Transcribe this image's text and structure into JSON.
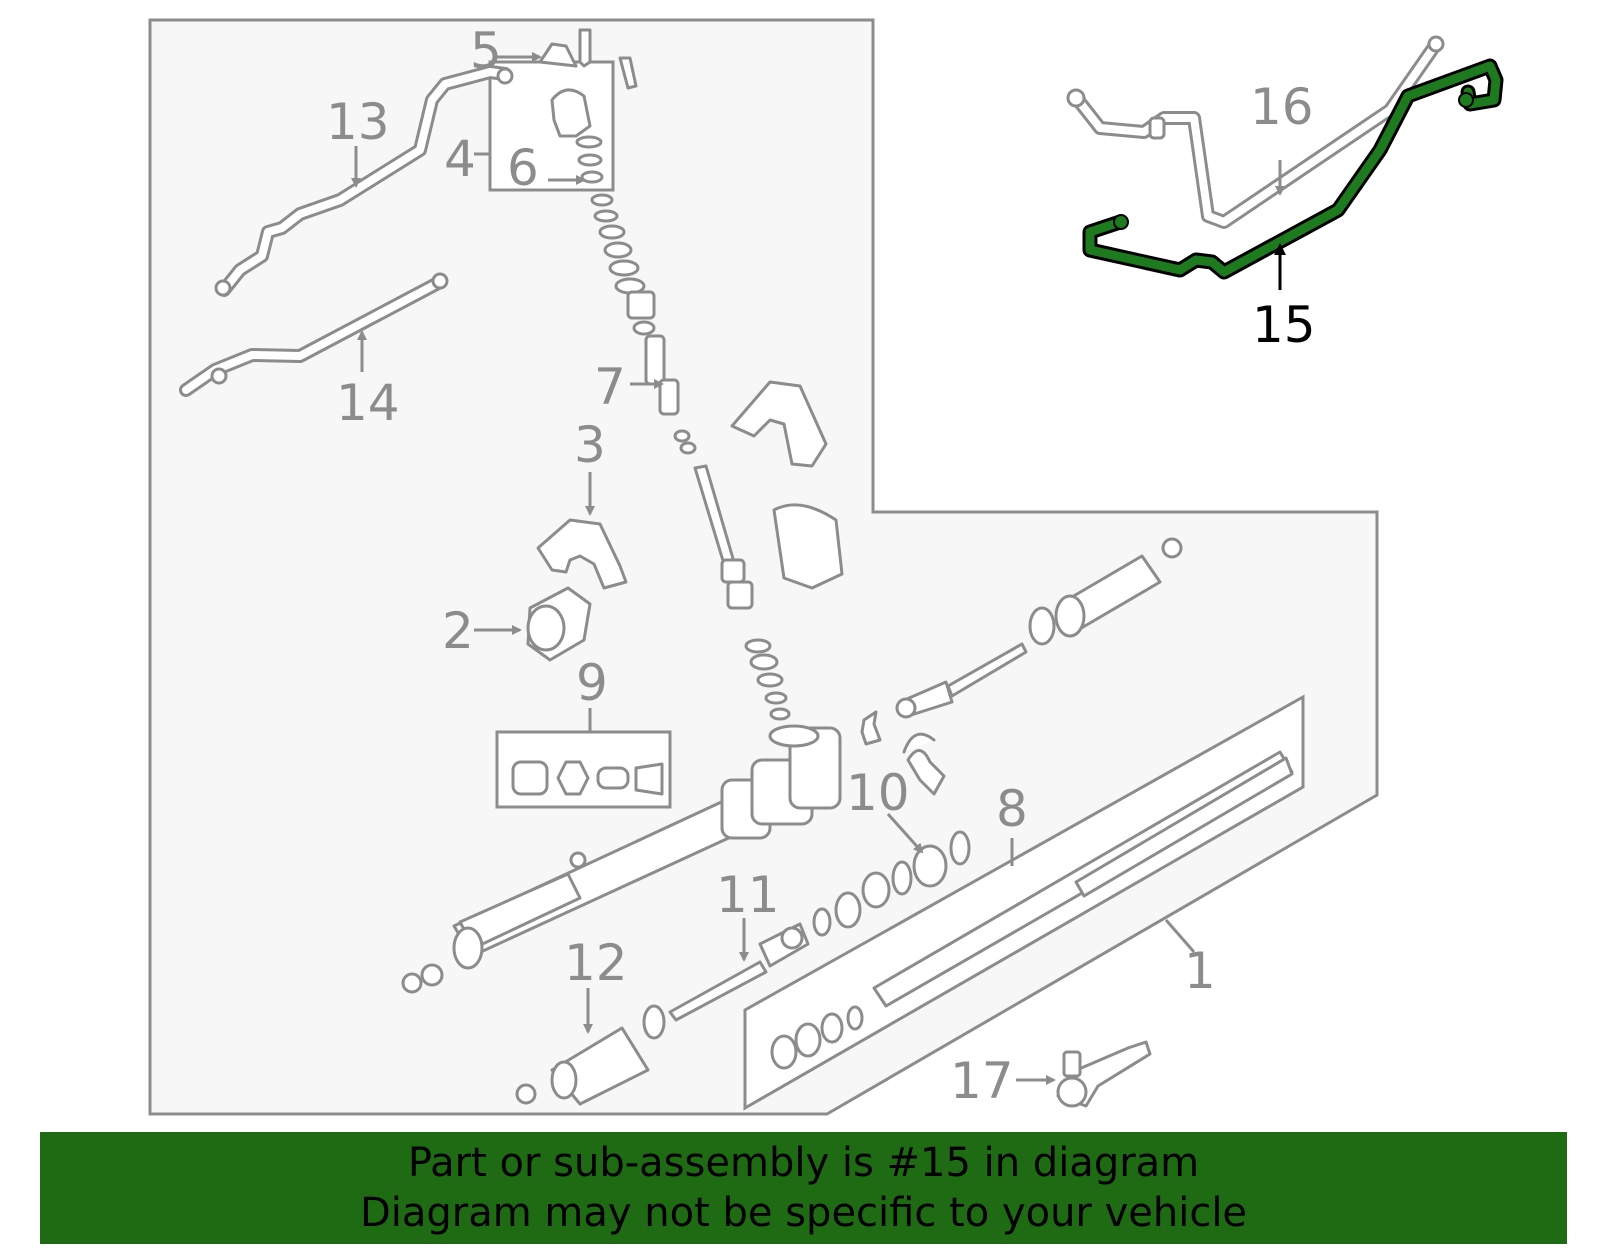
{
  "diagram": {
    "labels": [
      "1",
      "2",
      "3",
      "4",
      "5",
      "6",
      "7",
      "8",
      "9",
      "10",
      "11",
      "12",
      "13",
      "14",
      "15",
      "16",
      "17"
    ],
    "highlighted_label": "15"
  },
  "colors": {
    "highlight": "#1e7a1e",
    "banner": "#1e6b14",
    "line_art": "#8c8c8c",
    "panel": "#f7f7f7"
  },
  "banner": {
    "line1": "Part or sub-assembly is #15 in diagram",
    "line2": "Diagram may not be specific to your vehicle"
  }
}
